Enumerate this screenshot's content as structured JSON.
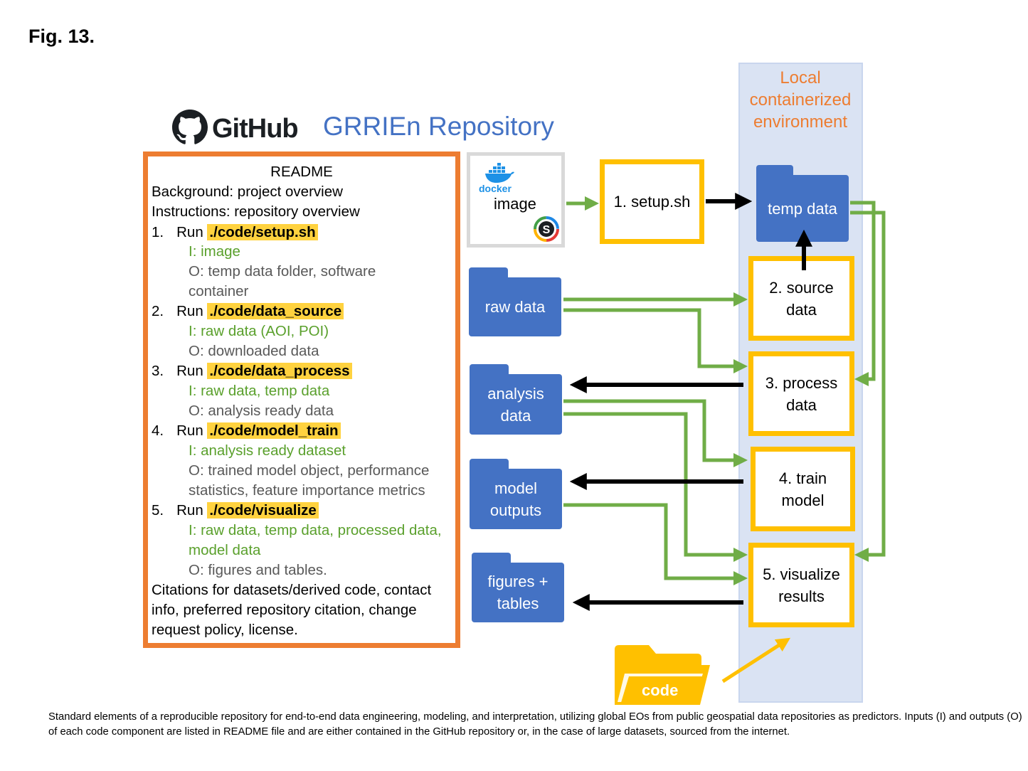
{
  "figure_label": "Fig. 13.",
  "environment": {
    "title_lines": [
      "Local",
      "containerized",
      "environment"
    ]
  },
  "github": {
    "wordmark": "GitHub",
    "repo_title": "GRRIEn Repository"
  },
  "readme": {
    "title": "README",
    "background": "Background: project overview",
    "instructions": "Instructions: repository overview",
    "steps": [
      {
        "num": "1.",
        "run": "Run",
        "path": "./code/setup.sh",
        "input": "I: image",
        "output_lines": [
          "O: temp data folder, software",
          "container"
        ]
      },
      {
        "num": "2.",
        "run": "Run",
        "path": "./code/data_source",
        "input": "I: raw data (AOI, POI)",
        "output_lines": [
          "O: downloaded data"
        ]
      },
      {
        "num": "3.",
        "run": "Run",
        "path": "./code/data_process",
        "input": "I: raw data, temp data",
        "output_lines": [
          "O: analysis ready data"
        ]
      },
      {
        "num": "4.",
        "run": "Run",
        "path": "./code/model_train",
        "input": "I: analysis ready dataset",
        "output_lines": [
          "O: trained model object, performance",
          "statistics, feature importance metrics"
        ]
      },
      {
        "num": "5.",
        "run": "Run",
        "path": "./code/visualize",
        "input_lines": [
          "I: raw data, temp data, processed data,",
          "model data"
        ],
        "output_lines": [
          "O: figures and tables."
        ]
      }
    ],
    "citations_lines": [
      "Citations for datasets/derived code, contact",
      "info, preferred repository citation, change",
      "request policy, license."
    ]
  },
  "docker": {
    "brand": "docker",
    "label": "image"
  },
  "steps_boxes": {
    "setup": [
      "1. setup.sh"
    ],
    "source": [
      "2. source",
      "data"
    ],
    "process": [
      "3. process",
      "data"
    ],
    "train": [
      "4. train",
      "model"
    ],
    "visualize": [
      "5. visualize",
      "results"
    ]
  },
  "folders": {
    "temp": [
      "temp data"
    ],
    "raw": [
      "raw data"
    ],
    "analysis": [
      "analysis",
      "data"
    ],
    "model": [
      "model",
      "outputs"
    ],
    "figures": [
      "figures +",
      "tables"
    ],
    "code": "code"
  },
  "caption": "Standard elements of a reproducible repository for end-to-end data engineering, modeling, and interpretation, utilizing global EOs from public geospatial data repositories as predictors. Inputs (I) and outputs (O) of each code component are listed in README file and are either contained in the GitHub repository or, in the case of large datasets, sourced from the internet.",
  "colors": {
    "accent_orange": "#ed7d31",
    "step_border": "#ffc000",
    "folder_blue": "#4472c4",
    "arrow_green": "#70ad47",
    "env_panel": "#dae3f3",
    "code_folder": "#ffc000"
  }
}
